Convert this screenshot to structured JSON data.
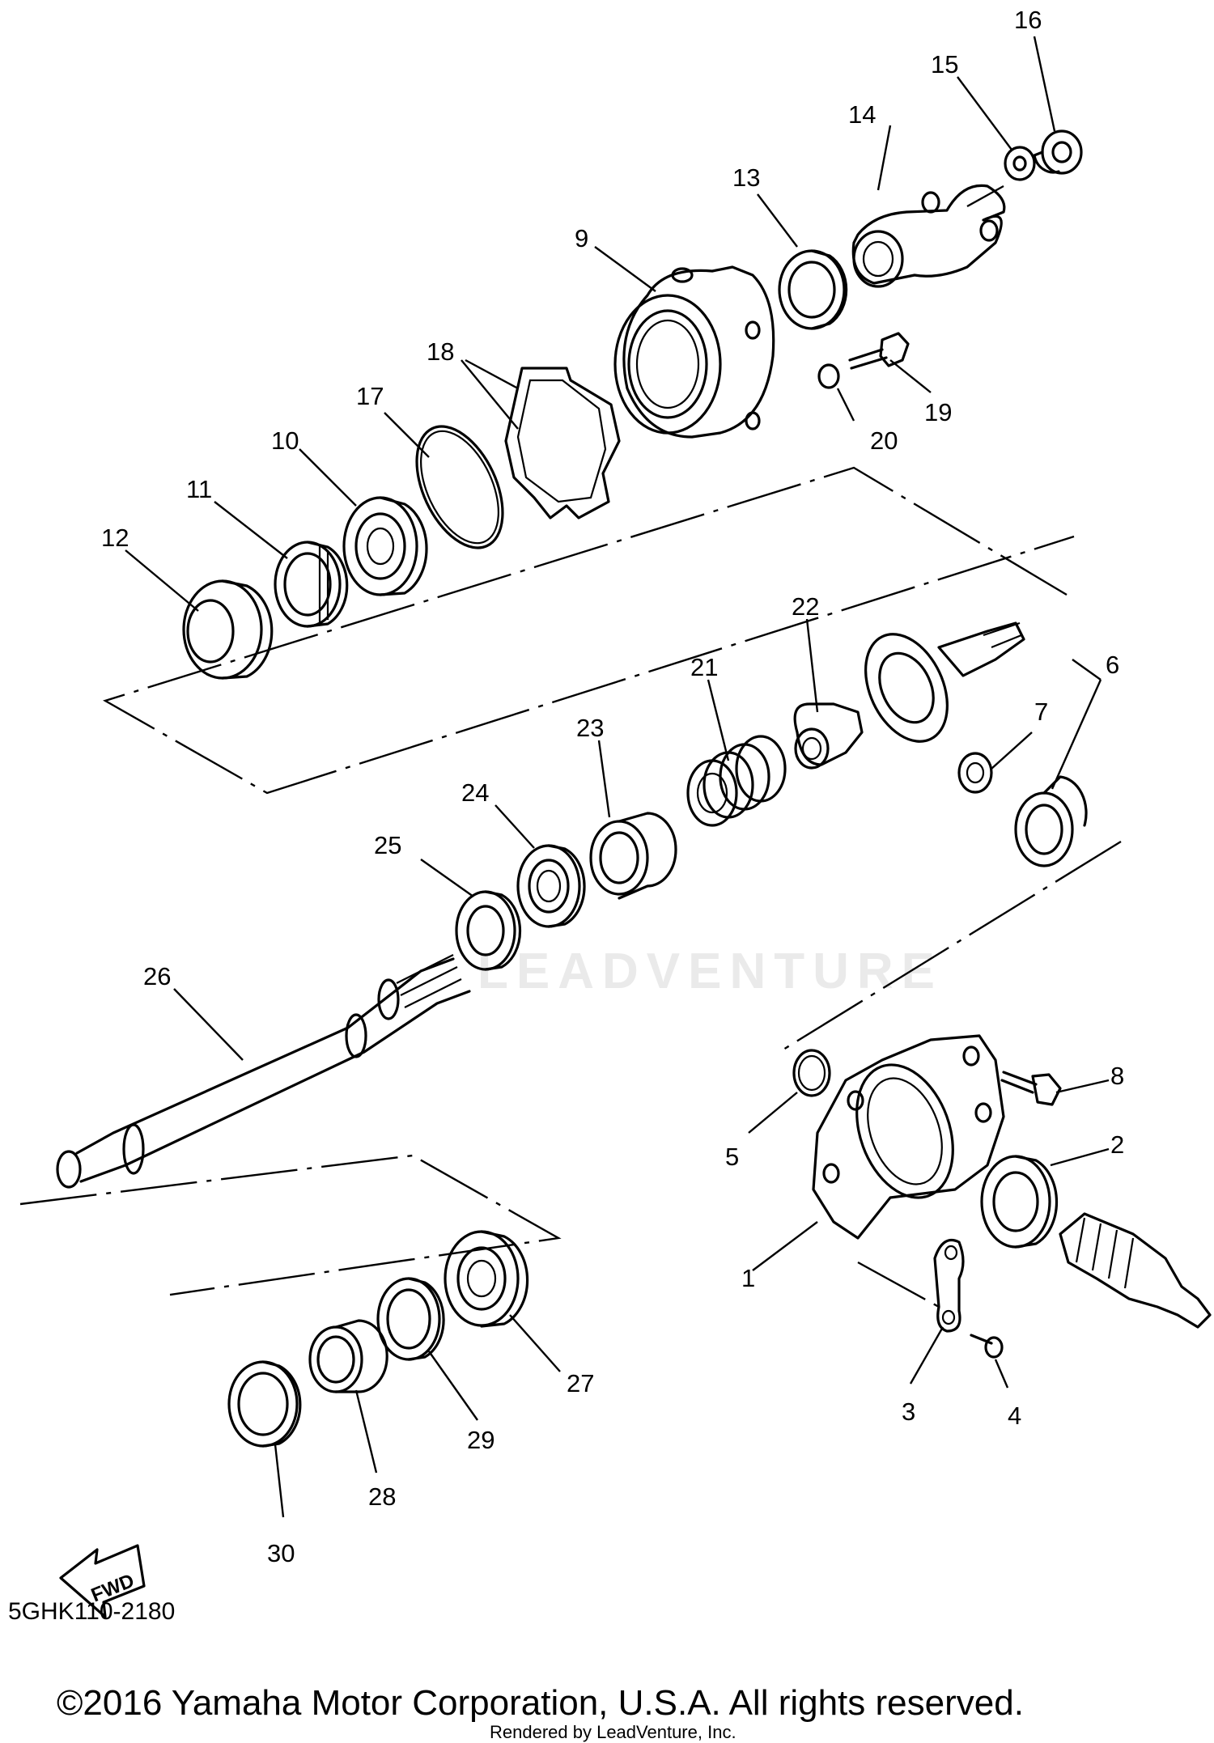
{
  "diagram": {
    "ref_code": "5GHK110-2180",
    "copyright": "©2016 Yamaha Motor Corporation, U.S.A. All rights reserved.",
    "rendered_by": "Rendered by LeadVenture, Inc.",
    "watermark": "LEADVENTURE",
    "fwd_label": "FWD",
    "callouts": [
      "1",
      "2",
      "3",
      "4",
      "5",
      "6",
      "7",
      "8",
      "9",
      "10",
      "11",
      "12",
      "13",
      "14",
      "15",
      "16",
      "17",
      "18",
      "19",
      "20",
      "21",
      "22",
      "23",
      "24",
      "25",
      "26",
      "27",
      "28",
      "29",
      "30"
    ]
  }
}
